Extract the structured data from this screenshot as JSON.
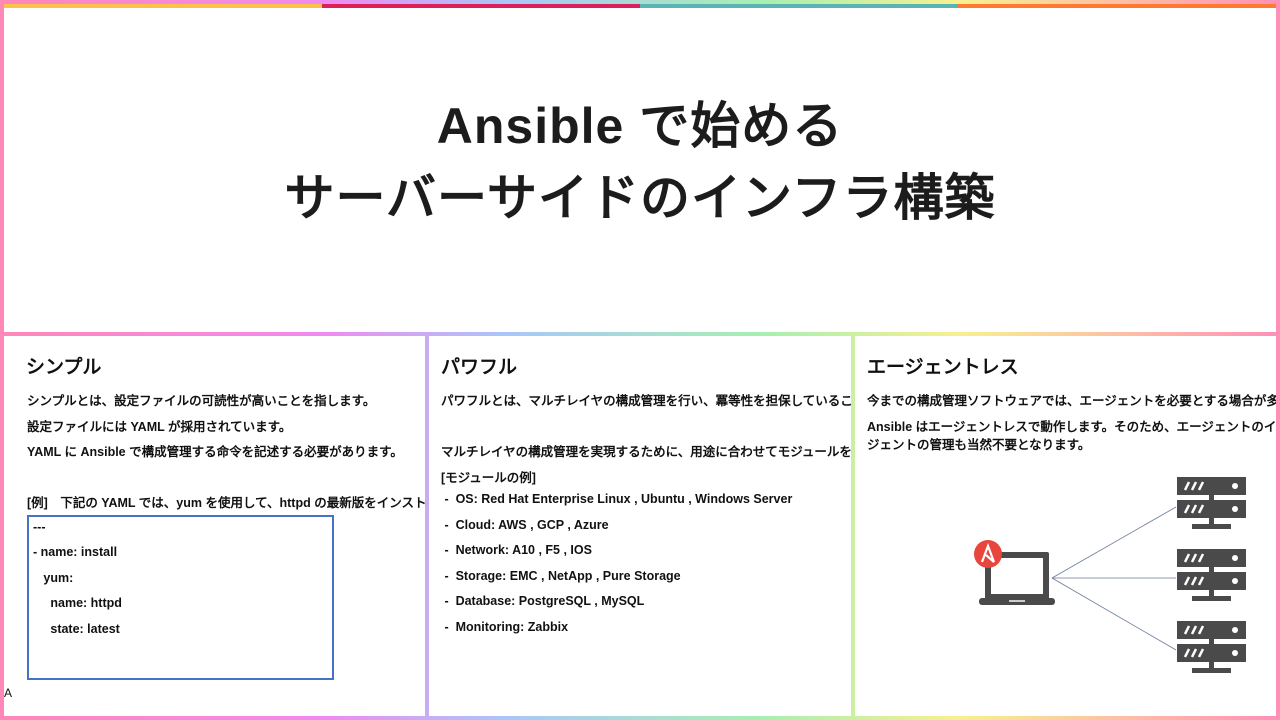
{
  "colors": {
    "accent_bar": [
      "#fcc14a",
      "#dc1e5a",
      "#5ab4b4",
      "#ff7a30"
    ],
    "code_border": "#4472c4",
    "ansible_badge": "#e8453c",
    "server": "#4a4a4a"
  },
  "title": {
    "line1": "Ansible で始める",
    "line2": "サーバーサイドのインフラ構築"
  },
  "simple": {
    "heading": "シンプル",
    "lines": [
      "シンプルとは、設定ファイルの可読性が高いことを指します。",
      "設定ファイルには YAML が採用されています。",
      "YAML に Ansible で構成管理する命令を記述する必要があります。",
      "[例]　下記の YAML では、yum を使用して、httpd の最新版をインストール"
    ],
    "code": [
      "---",
      "- name: install",
      "   yum:",
      "     name: httpd",
      "     state: latest"
    ],
    "artifact": "A"
  },
  "powerful": {
    "heading": "パワフル",
    "lines": [
      "パワフルとは、マルチレイヤの構成管理を行い、冪等性を担保していることを指",
      "マルチレイヤの構成管理を実現するために、用途に合わせてモジュールを使用",
      "[モジュールの例]"
    ],
    "modules": [
      " -  OS: Red Hat Enterprise Linux , Ubuntu , Windows Server",
      " -  Cloud: AWS , GCP , Azure",
      " -  Network: A10 , F5 , IOS",
      " -  Storage: EMC , NetApp , Pure Storage",
      " -  Database: PostgreSQL , MySQL",
      " -  Monitoring: Zabbix"
    ]
  },
  "agentless": {
    "heading": "エージェントレス",
    "lines": [
      "今までの構成管理ソフトウェアでは、エージェントを必要とする場合が多かった",
      "Ansible はエージェントレスで動作します。そのため、エージェントのインストー",
      "ジェントの管理も当然不要となります。"
    ],
    "diagram": {
      "controller_icon": "laptop-with-ansible-logo",
      "target_icon": "server-rack",
      "targets": 3
    }
  }
}
